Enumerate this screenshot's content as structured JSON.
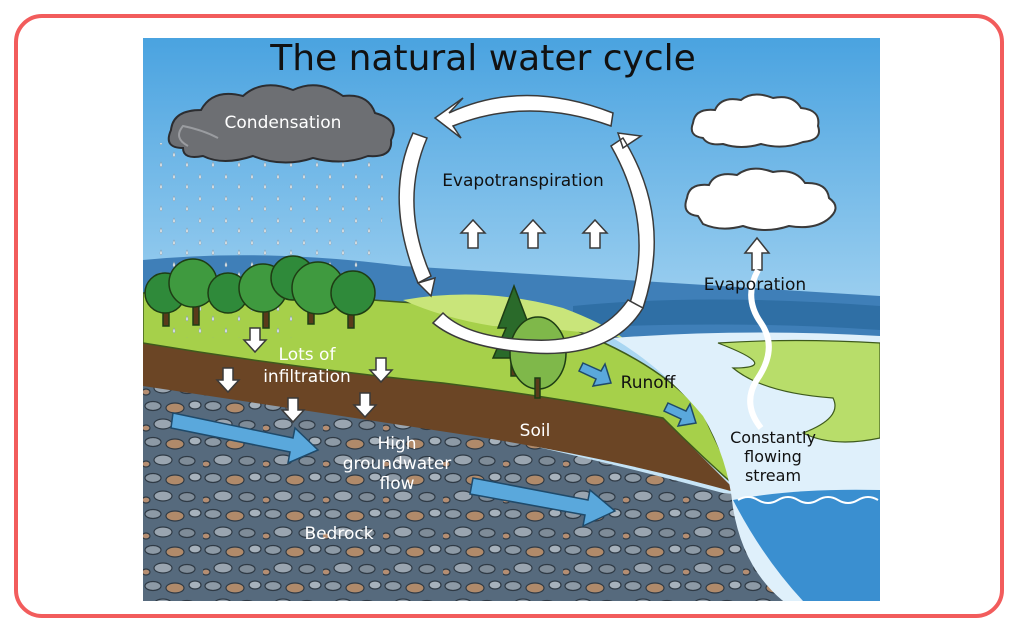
{
  "title": "The natural water cycle",
  "labels": {
    "condensation": "Condensation",
    "evapotranspiration": "Evapotranspiration",
    "evaporation": "Evaporation",
    "lots_of_infiltration_1": "Lots of",
    "lots_of_infiltration_2": "infiltration",
    "runoff": "Runoff",
    "soil": "Soil",
    "high_groundwater_1": "High",
    "high_groundwater_2": "groundwater",
    "high_groundwater_3": "flow",
    "bedrock": "Bedrock",
    "stream_1": "Constantly",
    "stream_2": "flowing",
    "stream_3": "stream"
  },
  "colors": {
    "frame_border": "#f25c5c",
    "sky_top": "#4aa3e0",
    "sky_bottom": "#d6ecf8",
    "grass": "#a6d04a",
    "soil": "#6b4525",
    "bedrock": "#566a7d",
    "water": "#3a8fd0",
    "flow_arrow": "#5aa8dc"
  }
}
